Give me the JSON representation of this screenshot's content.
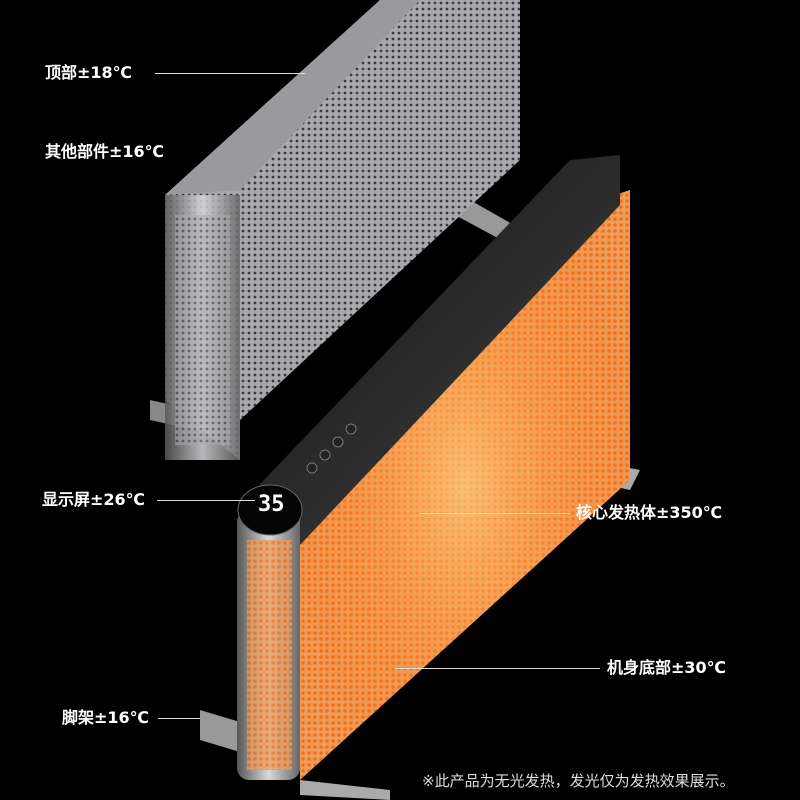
{
  "labels": {
    "top": "顶部±18℃",
    "other_parts": "其他部件±16℃",
    "display": "显示屏±26℃",
    "core_heater": "核心发热体±350℃",
    "body_bottom": "机身底部±30℃",
    "stand": "脚架±16℃"
  },
  "display_reading": "35",
  "footnote": "※此产品为无光发热，发光仅为发热效果展示。",
  "colors": {
    "background": "#000000",
    "glow": "#ff8a1e",
    "silver": "#b8b8bc"
  }
}
